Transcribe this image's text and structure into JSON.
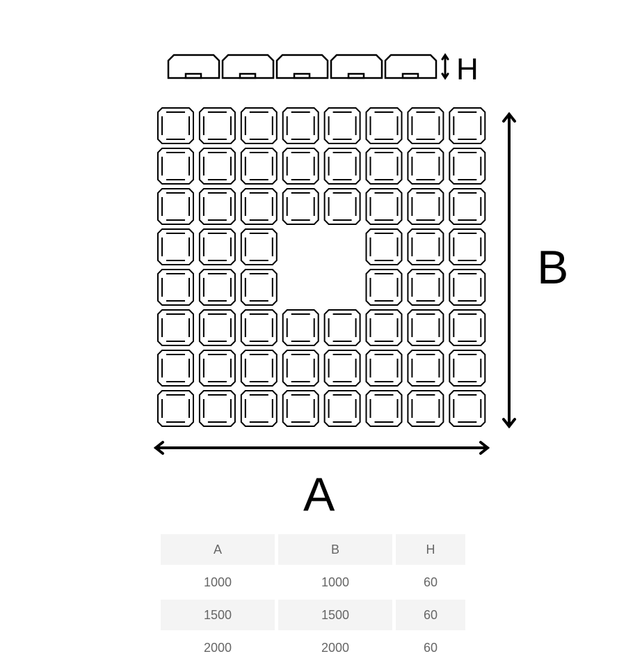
{
  "labels": {
    "height": "H",
    "length_b": "B",
    "width_a": "A"
  },
  "table": {
    "headers": [
      "A",
      "B",
      "H"
    ],
    "rows": [
      [
        "1000",
        "1000",
        "60"
      ],
      [
        "1500",
        "1500",
        "60"
      ],
      [
        "2000",
        "2000",
        "60"
      ]
    ]
  },
  "colors": {
    "line": "#000000",
    "shade": "#f4f4f4",
    "text": "#666666"
  }
}
